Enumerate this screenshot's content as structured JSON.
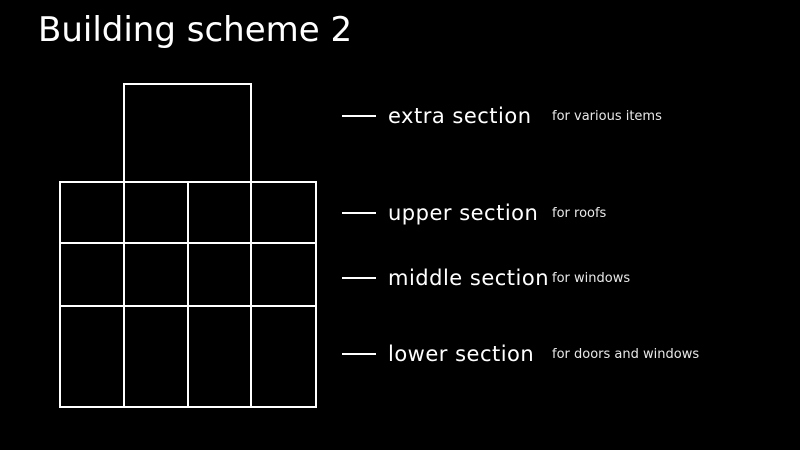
{
  "title": "Building scheme 2",
  "colors": {
    "background": "#000000",
    "foreground": "#ffffff"
  },
  "legend": [
    {
      "name": "extra section",
      "note": "for various items"
    },
    {
      "name": "upper section",
      "note": "for roofs"
    },
    {
      "name": "middle section",
      "note": "for windows"
    },
    {
      "name": "lower section",
      "note": "for doors and windows"
    }
  ]
}
